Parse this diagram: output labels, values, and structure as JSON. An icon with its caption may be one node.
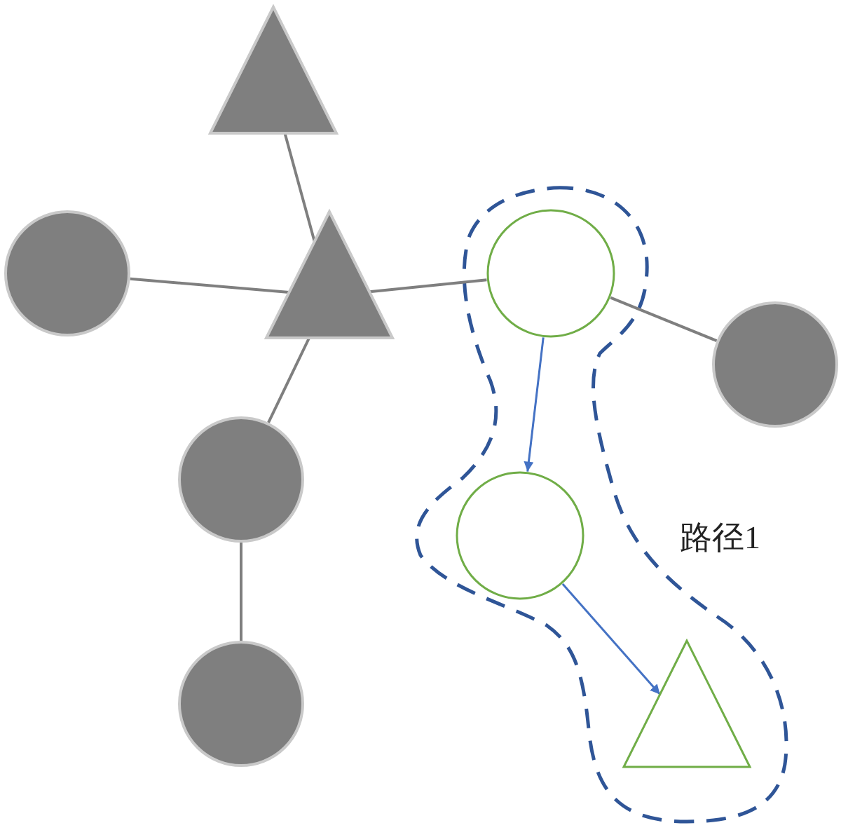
{
  "diagram": {
    "nodes": [
      {
        "text": [],
        "shape": "triangle"
      },
      {
        "text": [],
        "shape": "circle"
      },
      {
        "text": [],
        "shape": "triangle"
      },
      {
        "text": [],
        "shape": "circle"
      },
      {
        "text": [],
        "shape": "circle"
      },
      {
        "text": [],
        "shape": "circle"
      },
      {
        "text": [],
        "shape": "circle"
      },
      {
        "text": [],
        "shape": "circle"
      },
      {
        "text": [],
        "shape": "triangle"
      }
    ],
    "edges": [
      {
        "from": 0,
        "to": 2,
        "arrow": "none"
      },
      {
        "from": 1,
        "to": 2,
        "arrow": "none"
      },
      {
        "from": 2,
        "to": 3,
        "arrow": "none"
      },
      {
        "from": 3,
        "to": 4,
        "arrow": "none"
      },
      {
        "from": 2,
        "to": 5,
        "arrow": "none"
      },
      {
        "from": 5,
        "to": 7,
        "arrow": "none"
      },
      {
        "from": 3,
        "to": 6,
        "arrow": "to",
        "color": "#4472c4"
      },
      {
        "from": 6,
        "to": 8,
        "arrow": "to",
        "color": "#4472c4"
      }
    ],
    "labels": [
      "路径1"
    ]
  }
}
